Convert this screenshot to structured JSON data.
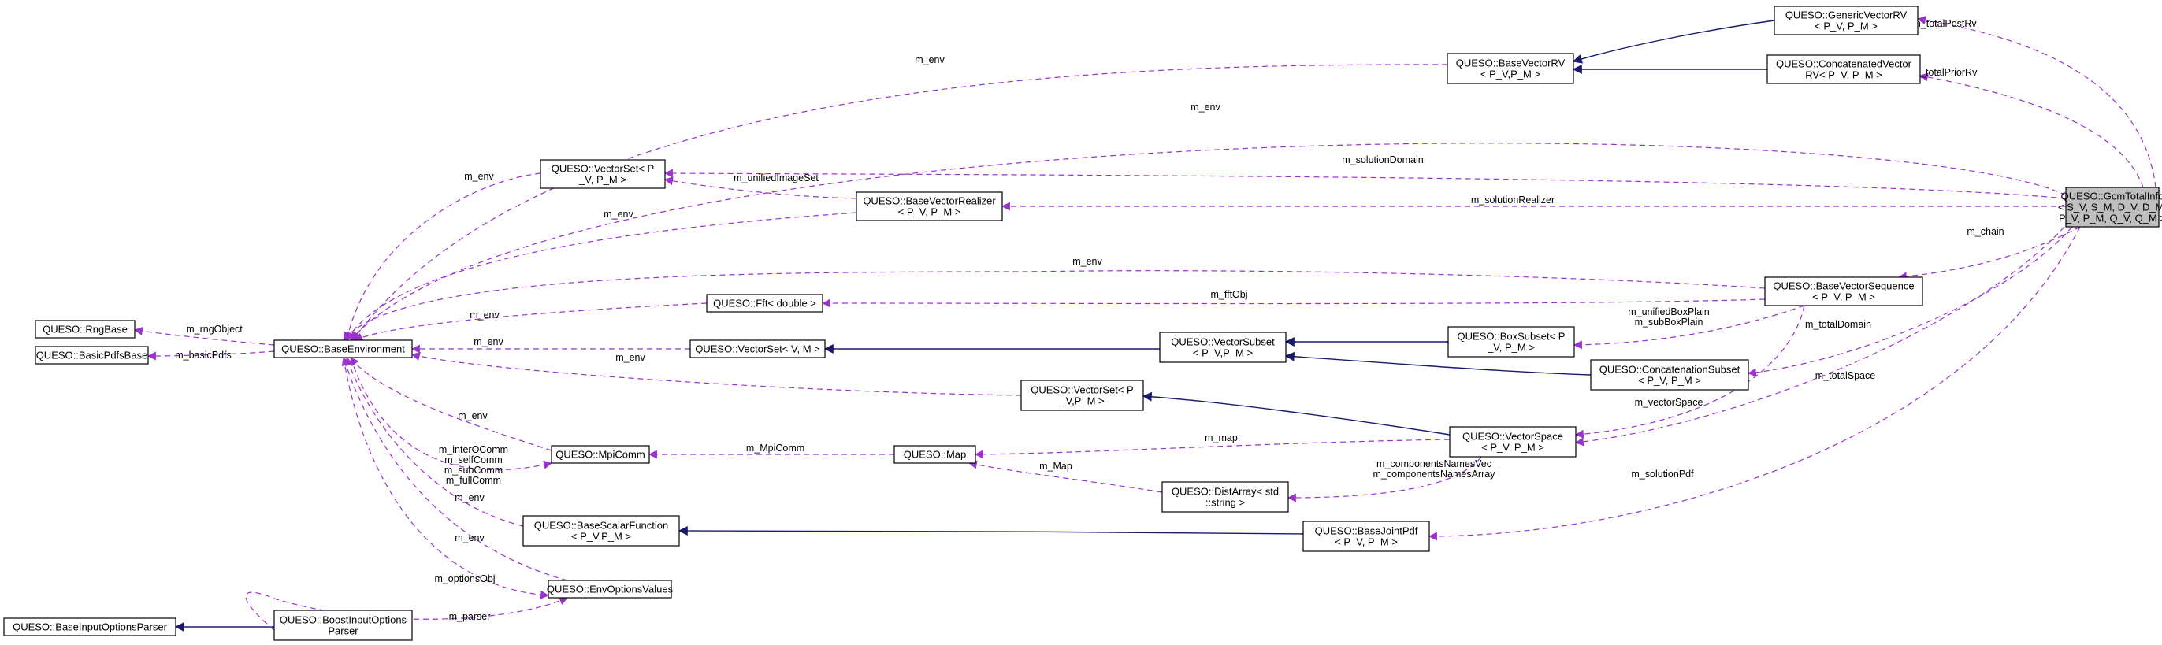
{
  "diagram": {
    "colors": {
      "usage_edge": "#9a32cd",
      "inheritance_edge": "#191970",
      "root_fill": "#bfbfbf",
      "node_fill": "#ffffff"
    },
    "nodes": {
      "gcm_total_info": [
        "QUESO::GcmTotalInfo",
        "< S_V, S_M, D_V, D_M,",
        "P_V, P_M, Q_V, Q_M >"
      ],
      "generic_vector_rv": [
        "QUESO::GenericVectorRV",
        "< P_V, P_M >"
      ],
      "concatenated_vector_rv": [
        "QUESO::ConcatenatedVector",
        "RV< P_V, P_M >"
      ],
      "base_vector_rv": [
        "QUESO::BaseVectorRV",
        "< P_V,P_M >"
      ],
      "vector_set_p": [
        "QUESO::VectorSet< P",
        "_V, P_M >"
      ],
      "base_vector_realizer": [
        "QUESO::BaseVectorRealizer",
        "< P_V, P_M >"
      ],
      "base_vector_sequence": [
        "QUESO::BaseVectorSequence",
        "< P_V, P_M >"
      ],
      "rng_base": [
        "QUESO::RngBase"
      ],
      "basic_pdfs_base": [
        "QUESO::BasicPdfsBase"
      ],
      "base_environment": [
        "QUESO::BaseEnvironment"
      ],
      "fft_double": [
        "QUESO::Fft< double >"
      ],
      "vector_set_v_m": [
        "QUESO::VectorSet< V, M >"
      ],
      "vector_subset": [
        "QUESO::VectorSubset",
        "< P_V,P_M >"
      ],
      "box_subset": [
        "QUESO::BoxSubset< P",
        "_V, P_M >"
      ],
      "concatenation_subset": [
        "QUESO::ConcatenationSubset",
        "< P_V, P_M >"
      ],
      "vector_set_p2": [
        "QUESO::VectorSet< P",
        "_V,P_M >"
      ],
      "vector_space": [
        "QUESO::VectorSpace",
        "< P_V, P_M >"
      ],
      "mpi_comm": [
        "QUESO::MpiComm"
      ],
      "map": [
        "QUESO::Map"
      ],
      "dist_array": [
        "QUESO::DistArray< std",
        "::string >"
      ],
      "base_scalar_function": [
        "QUESO::BaseScalarFunction",
        "< P_V,P_M >"
      ],
      "base_joint_pdf": [
        "QUESO::BaseJointPdf",
        "< P_V, P_M >"
      ],
      "env_options_values": [
        "QUESO::EnvOptionsValues"
      ],
      "boost_input_options_parser": [
        "QUESO::BoostInputOptions",
        "Parser"
      ],
      "base_input_options_parser": [
        "QUESO::BaseInputOptionsParser"
      ]
    },
    "edge_labels": {
      "total_post_rv": [
        "m_totalPostRv"
      ],
      "total_prior_rv": [
        "m_totalPriorRv"
      ],
      "env_base_vector_rv": [
        "m_env"
      ],
      "env_gcm": [
        "m_env"
      ],
      "solution_domain": [
        "m_solutionDomain"
      ],
      "solution_realizer": [
        "m_solutionRealizer"
      ],
      "unified_image_set": [
        "m_unifiedImageSet"
      ],
      "env_vector_set_p": [
        "m_env"
      ],
      "env_realizer": [
        "m_env"
      ],
      "chain": [
        "m_chain"
      ],
      "env_sequence": [
        "m_env"
      ],
      "fft_obj": [
        "m_fftObj"
      ],
      "env_fft": [
        "m_env"
      ],
      "env_vector_set_vm": [
        "m_env"
      ],
      "env_vector_set_p2": [
        "m_env"
      ],
      "rng_object": [
        "m_rngObject"
      ],
      "basic_pdfs": [
        "m_basicPdfs"
      ],
      "unified_box_plain": [
        "m_unifiedBoxPlain",
        "m_subBoxPlain"
      ],
      "total_domain": [
        "m_totalDomain"
      ],
      "total_space": [
        "m_totalSpace"
      ],
      "vector_space_edge": [
        "m_vectorSpace"
      ],
      "map_edge": [
        "m_map"
      ],
      "mpi_comm_edge": [
        "m_MpiComm"
      ],
      "env_mpi_comm": [
        "m_env"
      ],
      "comms": [
        "m_interOComm",
        "m_selfComm",
        "m_subComm",
        "m_fullComm"
      ],
      "components_names": [
        "m_componentsNamesVec",
        "m_componentsNamesArray"
      ],
      "map_m": [
        "m_Map"
      ],
      "solution_pdf": [
        "m_solutionPdf"
      ],
      "env_scalar_function": [
        "m_env"
      ],
      "env_options_values_edge": [
        "m_env"
      ],
      "options_obj": [
        "m_optionsObj"
      ],
      "parser": [
        "m_parser"
      ]
    }
  }
}
